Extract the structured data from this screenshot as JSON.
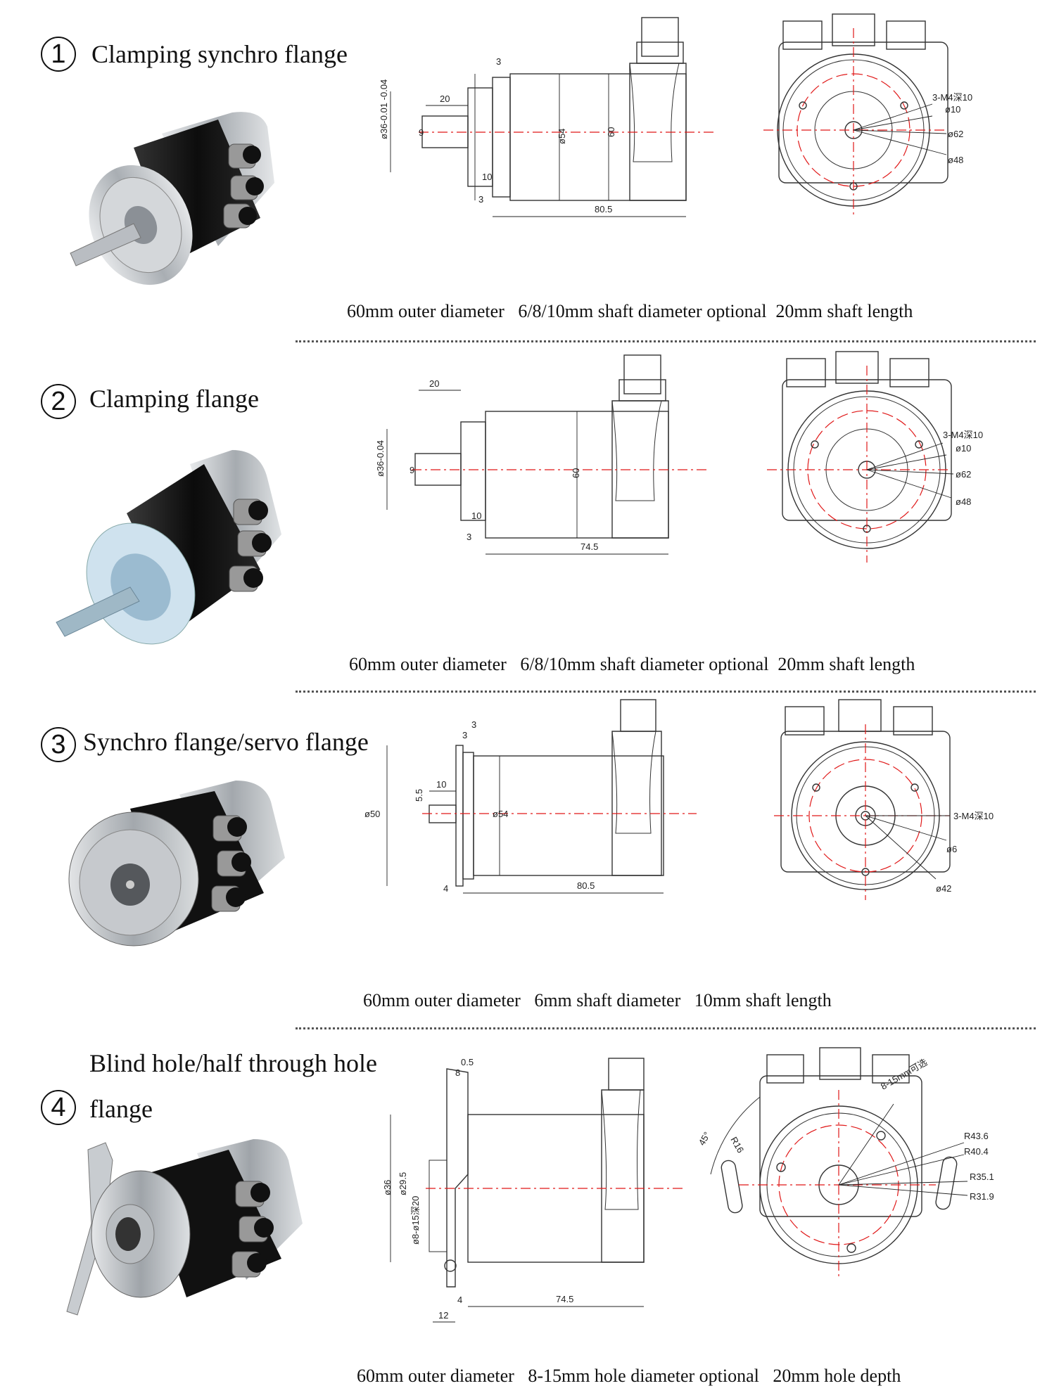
{
  "sections": [
    {
      "number": "1",
      "title": "Clamping synchro flange",
      "caption": "60mm outer diameter   6/8/10mm shaft diameter optional  20mm shaft length",
      "dims": {
        "shaft_len": "20",
        "shaft_dia": "9",
        "shaft_tol": "ø36-0.01 -0.04",
        "d54": "ø54",
        "d60": "60",
        "l10": "10",
        "l3a": "3",
        "l3b": "3",
        "total": "80.5",
        "thread": "3-M4深10",
        "d10": "ø10",
        "d62": "ø62",
        "d48": "ø48"
      }
    },
    {
      "number": "2",
      "title": "Clamping flange",
      "caption": "60mm outer diameter   6/8/10mm shaft diameter optional  20mm shaft length",
      "dims": {
        "shaft_len": "20",
        "shaft_dia": "9",
        "shaft_tol": "ø36-0.04",
        "d60": "60",
        "l10": "10",
        "l3": "3",
        "total": "74.5",
        "thread": "3-M4深10",
        "d10": "ø10",
        "d62": "ø62",
        "d48": "ø48"
      }
    },
    {
      "number": "3",
      "title": "Synchro flange/servo flange",
      "caption": "60mm outer diameter   6mm shaft diameter   10mm shaft length",
      "dims": {
        "t3a": "3",
        "t3b": "3",
        "shaft_len": "10",
        "d55": "5.5",
        "d50": "ø50",
        "d54": "ø54",
        "l4": "4",
        "total": "80.5",
        "thread": "3-M4深10",
        "d6": "ø6",
        "d42": "ø42"
      }
    },
    {
      "number": "4",
      "title_line1": "Blind hole/half through hole",
      "title_line2": "flange",
      "caption": "60mm outer diameter   8-15mm hole diameter optional   20mm hole depth",
      "dims": {
        "t05": "0.5",
        "t8": "8",
        "d36": "ø36",
        "d295": "ø29.5",
        "hole": "ø8-ø15深20",
        "l4": "4",
        "total": "74.5",
        "l12": "12",
        "angle": "45°",
        "r16": "R16",
        "hole_opt": "8-15mm可选",
        "r436": "R43.6",
        "r404": "R40.4",
        "r351": "R35.1",
        "r319": "R31.9"
      }
    }
  ],
  "colors": {
    "centerline": "#e01818",
    "line": "#333333",
    "encoder_body": "#1a1a1a",
    "metal": "#c9cdd2"
  }
}
